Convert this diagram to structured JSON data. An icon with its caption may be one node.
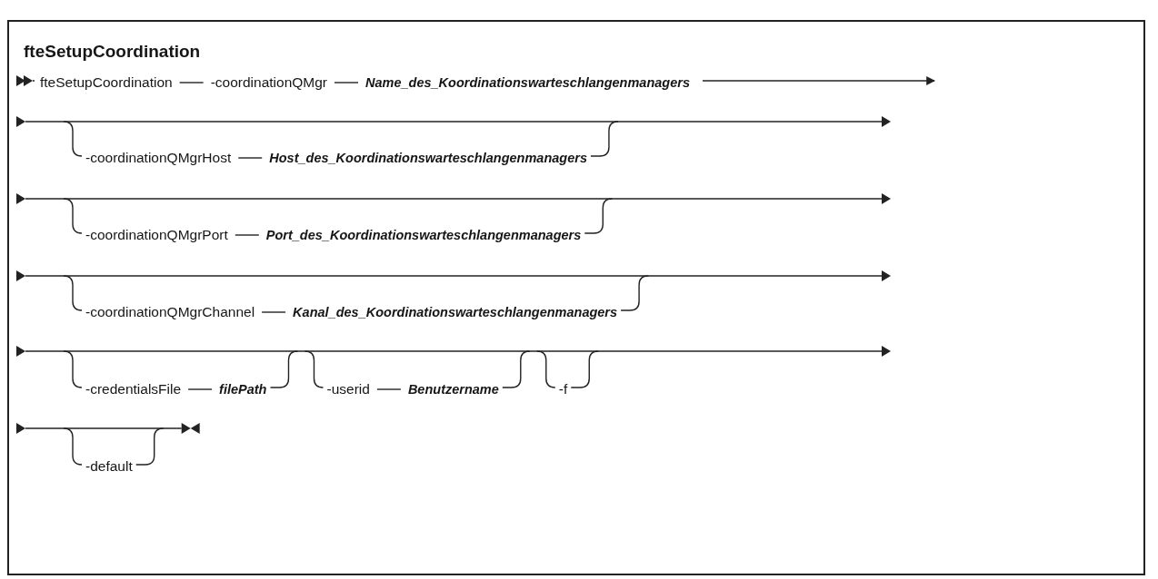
{
  "diagram": {
    "title": "fteSetupCoordination",
    "nodes": [
      {
        "text": [
          "fteSetupCoordination"
        ]
      },
      {
        "text": [
          "-coordinationQMgr"
        ]
      },
      {
        "text": [
          "Name_des_Koordinationswarteschlangenmanagers"
        ]
      },
      {
        "text": [
          "-coordinationQMgrHost"
        ]
      },
      {
        "text": [
          "Host_des_Koordinationswarteschlangenmanagers"
        ]
      },
      {
        "text": [
          "-coordinationQMgrPort"
        ]
      },
      {
        "text": [
          "Port_des_Koordinationswarteschlangenmanagers"
        ]
      },
      {
        "text": [
          "-coordinationQMgrChannel"
        ]
      },
      {
        "text": [
          "Kanal_des_Koordinationswarteschlangenmanagers"
        ]
      },
      {
        "text": [
          "-credentialsFile"
        ]
      },
      {
        "text": [
          "filePath"
        ]
      },
      {
        "text": [
          "-userid"
        ]
      },
      {
        "text": [
          "Benutzername"
        ]
      },
      {
        "text": [
          "-f"
        ]
      },
      {
        "text": [
          "-default"
        ]
      }
    ],
    "edges": [
      {
        "from": 0,
        "to": 1,
        "arrow": "none"
      },
      {
        "from": 1,
        "to": 2,
        "arrow": "none"
      },
      {
        "from": 3,
        "to": 4,
        "arrow": "none"
      },
      {
        "from": 5,
        "to": 6,
        "arrow": "none"
      },
      {
        "from": 7,
        "to": 8,
        "arrow": "none"
      },
      {
        "from": 9,
        "to": 10,
        "arrow": "none"
      },
      {
        "from": 11,
        "to": 12,
        "arrow": "none"
      },
      {
        "from": 2,
        "to": null,
        "arrow": "to"
      },
      {
        "from": null,
        "to": 3,
        "arrow": "none"
      },
      {
        "from": 4,
        "to": null,
        "arrow": "none"
      },
      {
        "from": null,
        "to": 5,
        "arrow": "none"
      },
      {
        "from": 6,
        "to": null,
        "arrow": "none"
      },
      {
        "from": null,
        "to": 7,
        "arrow": "none"
      },
      {
        "from": 8,
        "to": null,
        "arrow": "none"
      },
      {
        "from": null,
        "to": 9,
        "arrow": "none"
      },
      {
        "from": 10,
        "to": null,
        "arrow": "none"
      },
      {
        "from": null,
        "to": 11,
        "arrow": "none"
      },
      {
        "from": 12,
        "to": null,
        "arrow": "none"
      },
      {
        "from": null,
        "to": 13,
        "arrow": "none"
      },
      {
        "from": 13,
        "to": null,
        "arrow": "none"
      },
      {
        "from": null,
        "to": 14,
        "arrow": "none"
      },
      {
        "from": 14,
        "to": null,
        "arrow": "none"
      }
    ]
  }
}
